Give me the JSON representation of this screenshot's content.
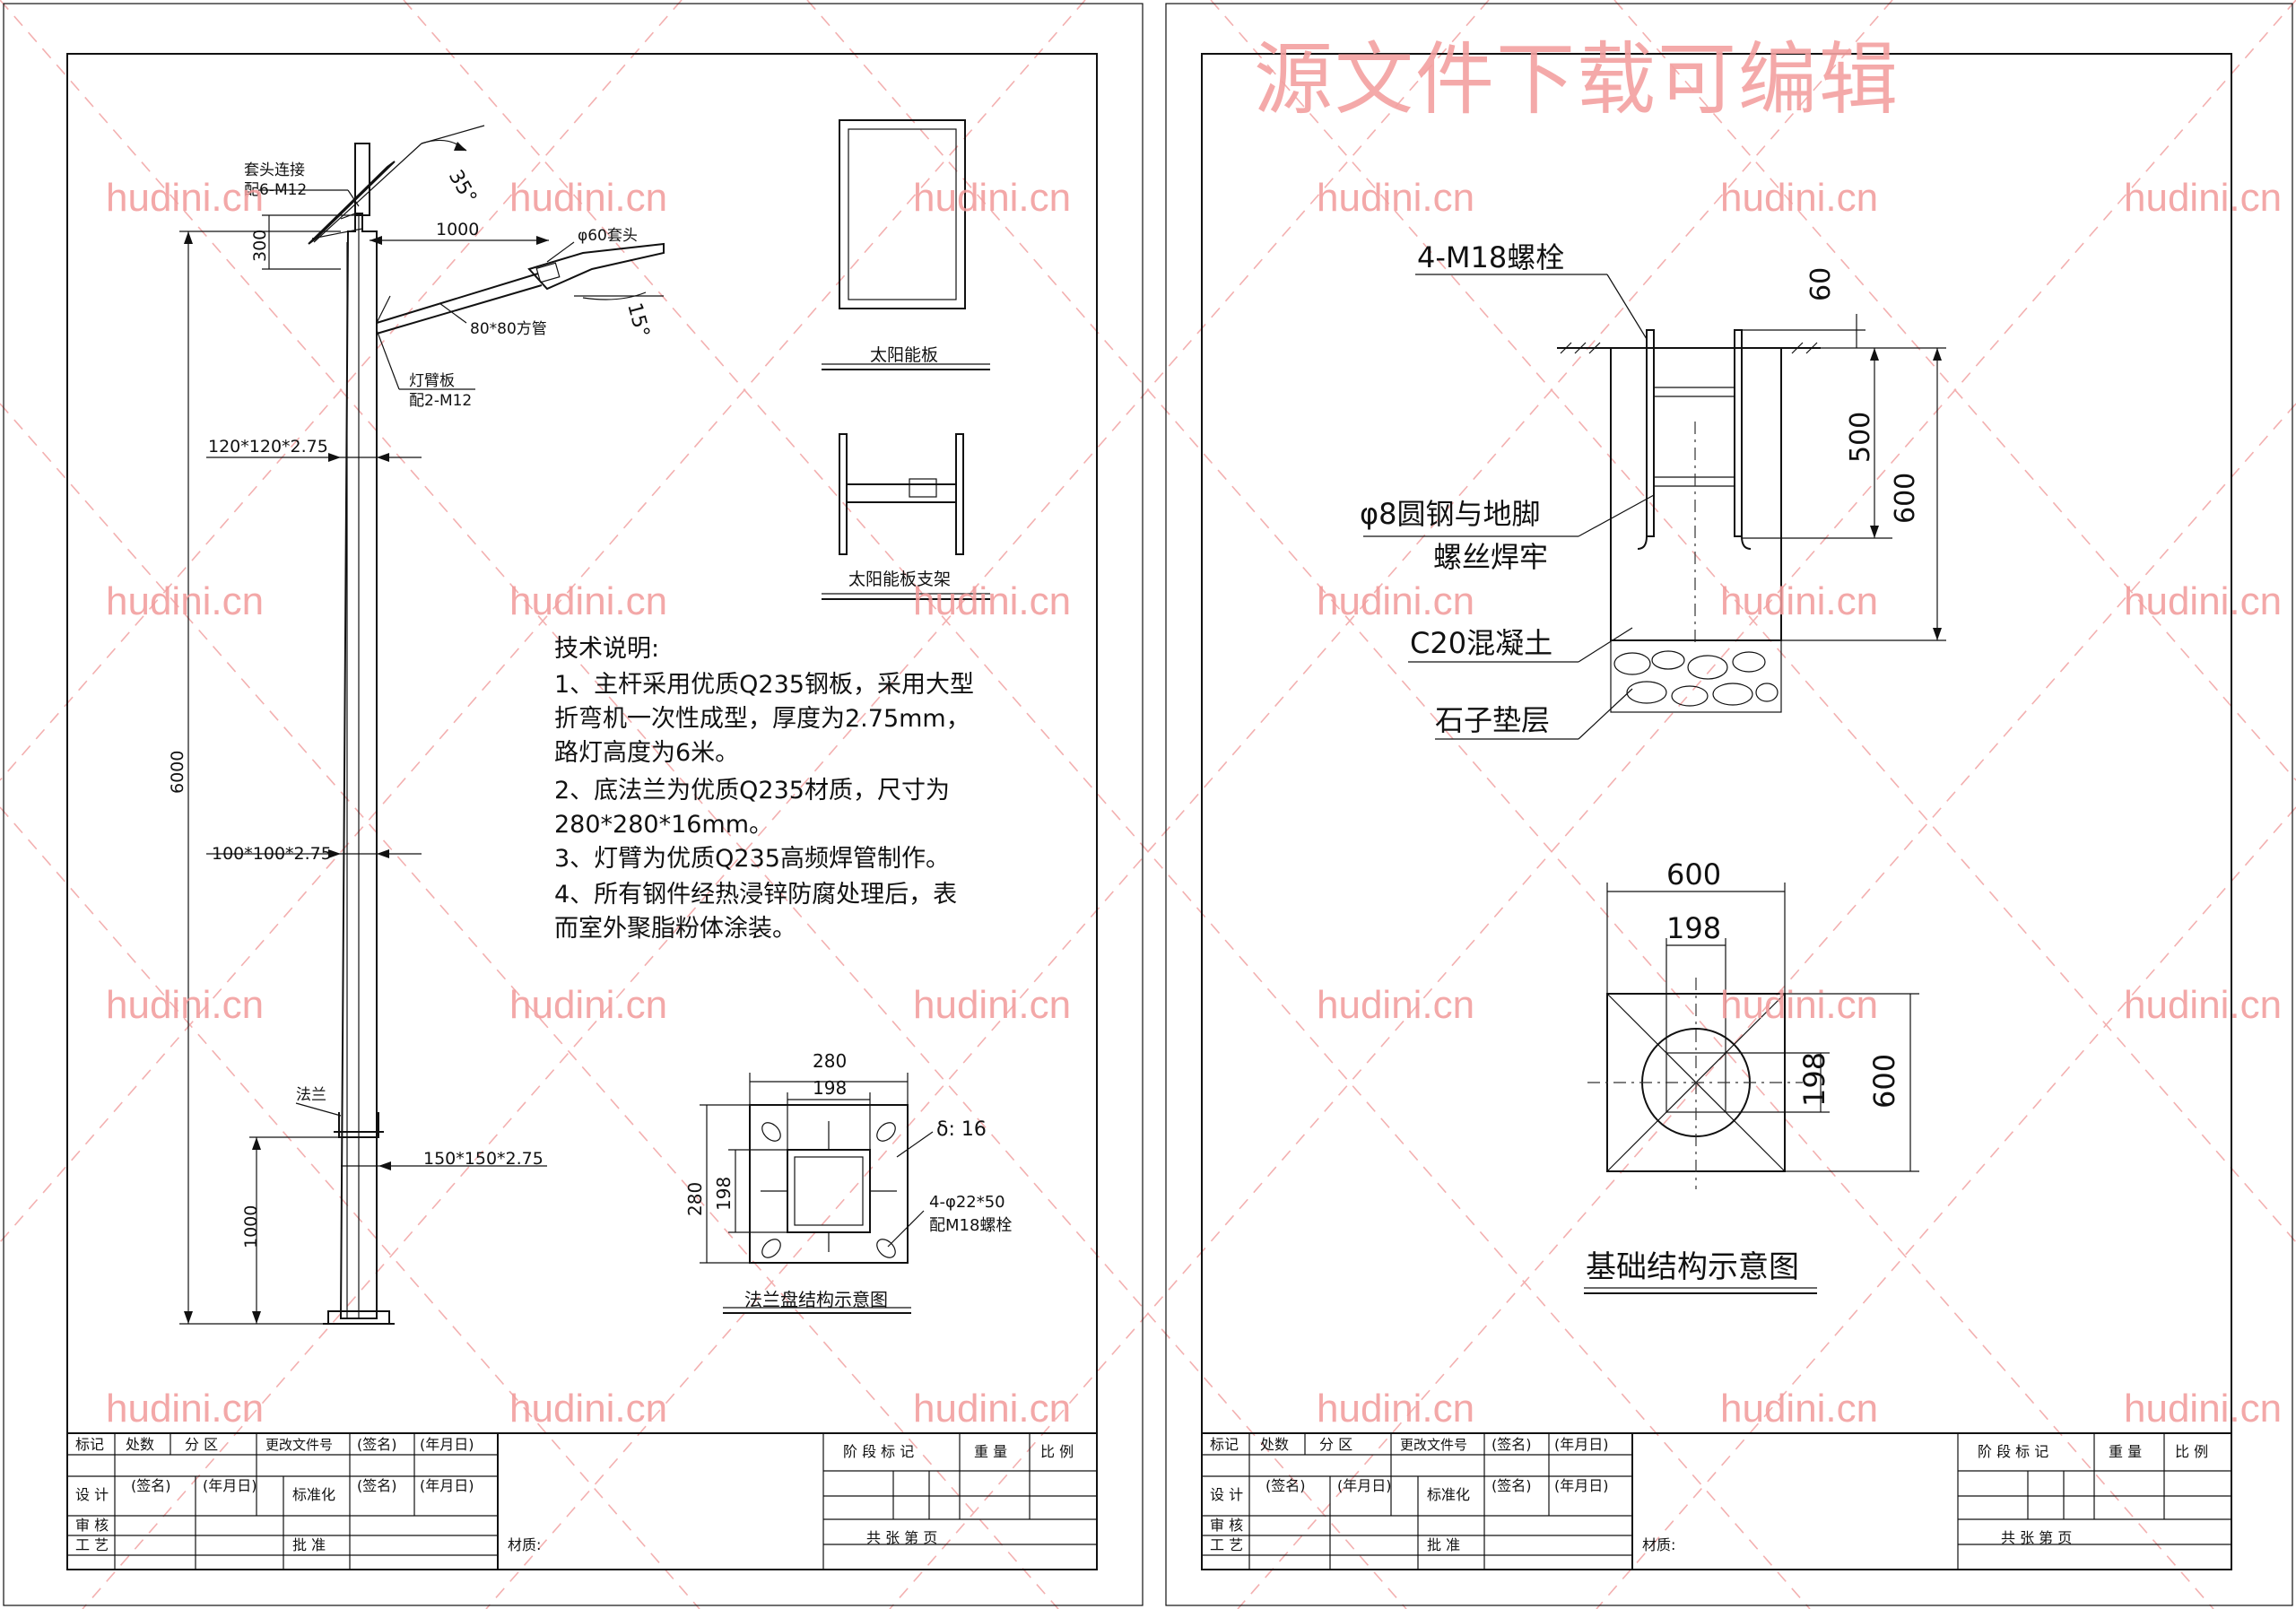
{
  "watermark": {
    "banner": "源文件下载可编辑",
    "site": "hudini.cn"
  },
  "left_sheet": {
    "pole_labels": {
      "top_joint": "套头连接",
      "top_joint_bolts": "配6-M12",
      "angle_top": "35°",
      "dim_300": "300",
      "dim_1000_arm": "1000",
      "lamp_cap": "φ60套头",
      "angle_arm": "15°",
      "square_tube": "80*80方管",
      "arm_plate": "灯臂板",
      "arm_plate_bolts": "配2-M12",
      "section_top": "120*120*2.75",
      "height_total": "6000",
      "section_mid": "100*100*2.75",
      "section_base_label": "法兰",
      "section_base": "150*150*2.75",
      "dim_1000_base": "1000"
    },
    "solar_panel_caption": "太阳能板",
    "solar_bracket_caption": "太阳能板支架",
    "tech_notes": {
      "title": "技术说明:",
      "lines": [
        "1、主杆采用优质Q235钢板，采用大型",
        "折弯机一次性成型，厚度为2.75mm，",
        "路灯高度为6米。",
        "2、底法兰为优质Q235材质，尺寸为",
        "280*280*16mm。",
        "3、灯臂为优质Q235高频焊管制作。",
        "4、所有钢件经热浸锌防腐处理后，表",
        "而室外聚脂粉体涂装。"
      ]
    },
    "flange": {
      "dim_outer_w": "280",
      "dim_inner_w": "198",
      "dim_outer_h": "280",
      "dim_inner_h": "198",
      "thickness": "δ: 16",
      "holes": "4-φ22*50",
      "holes_bolts": "配M18螺栓",
      "caption": "法兰盘结构示意图"
    }
  },
  "right_sheet": {
    "foundation": {
      "bolts": "4-M18螺栓",
      "dim_60": "60",
      "dim_500": "500",
      "dim_600": "600",
      "rebar_line1": "φ8圆钢与地脚",
      "rebar_line2": "螺丝焊牢",
      "concrete": "C20混凝土",
      "gravel": "石子垫层"
    },
    "plan": {
      "dim_top_600": "600",
      "dim_top_198": "198",
      "dim_side_198": "198",
      "dim_side_600": "600"
    },
    "caption": "基础结构示意图"
  },
  "title_block": {
    "r1": [
      "标记",
      "处数",
      "分 区",
      "更改文件号",
      "(签名)",
      "(年月日)"
    ],
    "r2": [
      "设 计",
      "(签名)",
      "(年月日)",
      "标准化",
      "(签名)",
      "(年月日)"
    ],
    "audit": "审 核",
    "craft": "工 艺",
    "approve": "批 准",
    "material": "材质:",
    "stage": "阶 段 标 记",
    "weight": "重 量",
    "scale": "比 例",
    "sheets": "共      张      第      页"
  }
}
